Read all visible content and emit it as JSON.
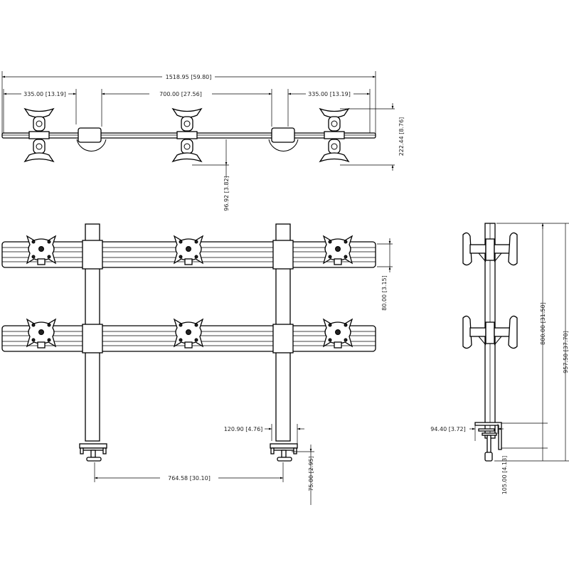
{
  "top_view": {
    "overall_width": "1518.95 [59.80]",
    "left_span": "335.00 [13.19]",
    "center_span": "700.00 [27.56]",
    "right_span": "335.00 [13.19]",
    "depth": "222.44 [8.76]",
    "offset": "96.92 [3.82]"
  },
  "front_view": {
    "bar_height": "80.00 [3.15]",
    "pole_width": "120.90 [4.76]",
    "pole_spacing": "764.58 [30.10]",
    "clamp_depth": "75.00 [2.95]"
  },
  "side_view": {
    "upper_height": "800.00 [31.50]",
    "total_height": "957.50 [37.70]",
    "base_width": "94.40 [3.72]",
    "clamp_height": "105.00 [4.13]"
  }
}
